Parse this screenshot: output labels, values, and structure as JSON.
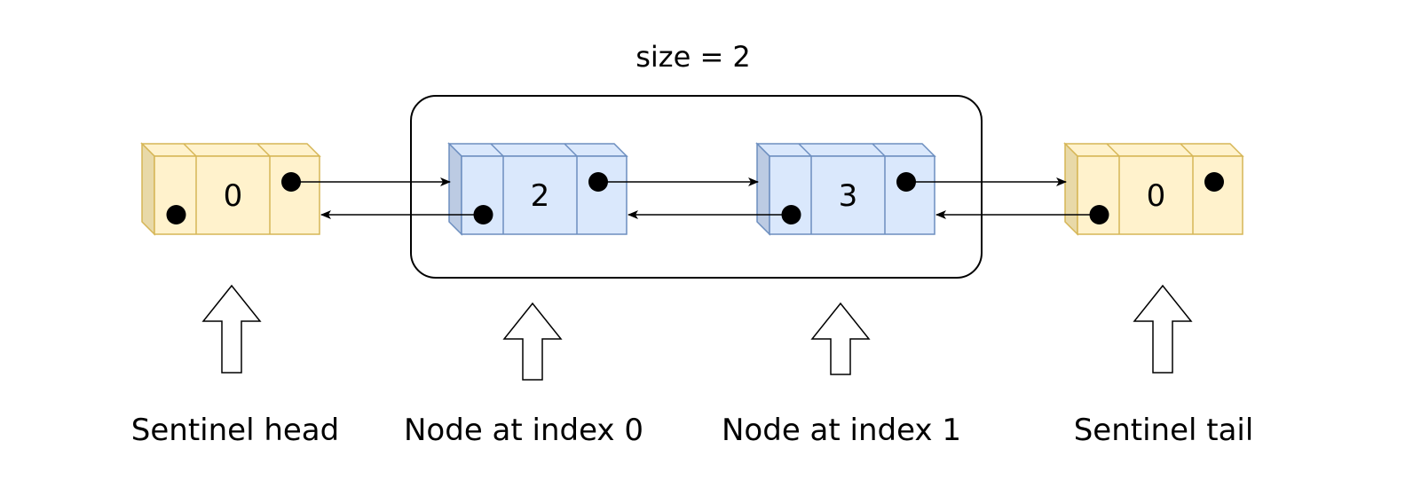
{
  "size_label": "size = 2",
  "nodes": [
    {
      "id": "sentinel-head",
      "value": "0",
      "caption": "Sentinel head",
      "kind": "sentinel"
    },
    {
      "id": "node-index-0",
      "value": "2",
      "caption": "Node at index 0",
      "kind": "node"
    },
    {
      "id": "node-index-1",
      "value": "3",
      "caption": "Node at index 1",
      "kind": "node"
    },
    {
      "id": "sentinel-tail",
      "value": "0",
      "caption": "Sentinel tail",
      "kind": "sentinel"
    }
  ],
  "colors": {
    "sentinel_fill": "#fff2cc",
    "sentinel_side": "#e8d9a8",
    "sentinel_stroke": "#d6b656",
    "node_fill": "#dae8fc",
    "node_side": "#bccbe3",
    "node_stroke": "#6c8ebf",
    "line": "#000000"
  }
}
